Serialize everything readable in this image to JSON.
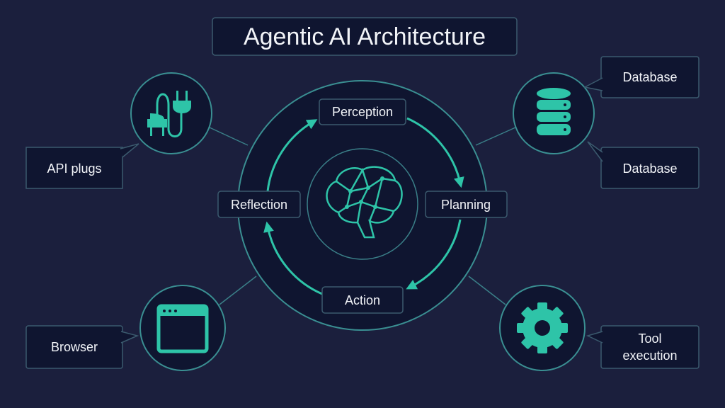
{
  "title": "Agentic AI Architecture",
  "cycle": {
    "nodes": [
      "Perception",
      "Planning",
      "Action",
      "Reflection"
    ],
    "center_icon": "brain-network-icon"
  },
  "tools": [
    {
      "label": "API plugs",
      "icon": "plug-icon"
    },
    {
      "label": "Database",
      "icon": "database-icon"
    },
    {
      "label": "Database",
      "icon": "database-icon"
    },
    {
      "label": "Browser",
      "icon": "browser-window-icon"
    },
    {
      "label_line1": "Tool",
      "label_line2": "execution",
      "icon": "gear-icon"
    }
  ],
  "colors": {
    "background": "#1b1f3d",
    "accent": "#2ec4a8",
    "box": "#0f1530"
  }
}
